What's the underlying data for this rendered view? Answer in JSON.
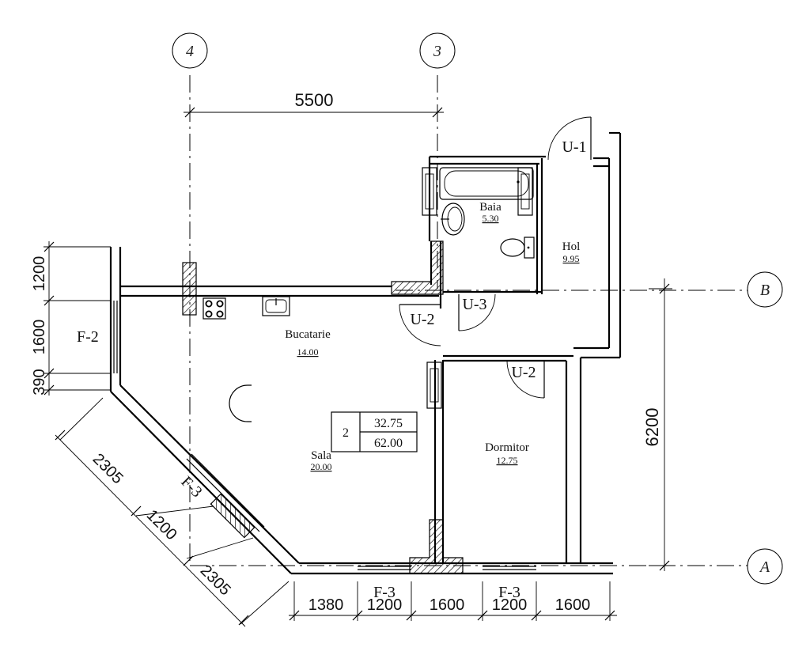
{
  "axes": {
    "a": "A",
    "b": "B",
    "n3": "3",
    "n4": "4"
  },
  "dimensions": {
    "top": "5500",
    "right": "6200",
    "left_1200": "1200",
    "left_1600": "1600",
    "left_390": "390",
    "diag_2305_top": "2305",
    "diag_1200": "1200",
    "diag_2305_bottom": "2305",
    "bottom": [
      "1380",
      "1200",
      "1600",
      "1200",
      "1600"
    ]
  },
  "tags": {
    "f2": "F-2",
    "f3_diag": "F-3",
    "f3_bottom_left": "F-3",
    "f3_bottom_right": "F-3",
    "u1": "U-1",
    "u2_kitchen": "U-2",
    "u3": "U-3",
    "u2_bedroom": "U-2"
  },
  "rooms": {
    "baia": {
      "name": "Baia",
      "area": "5.30"
    },
    "hol": {
      "name": "Hol",
      "area": "9.95"
    },
    "bucatarie": {
      "name": "Bucatarie",
      "area": "14.00"
    },
    "sala": {
      "name": "Sala",
      "area": "20.00"
    },
    "dormitor": {
      "name": "Dormitor",
      "area": "12.75"
    }
  },
  "apartment": {
    "rooms_count": "2",
    "living_area": "32.75",
    "total_area": "62.00"
  }
}
